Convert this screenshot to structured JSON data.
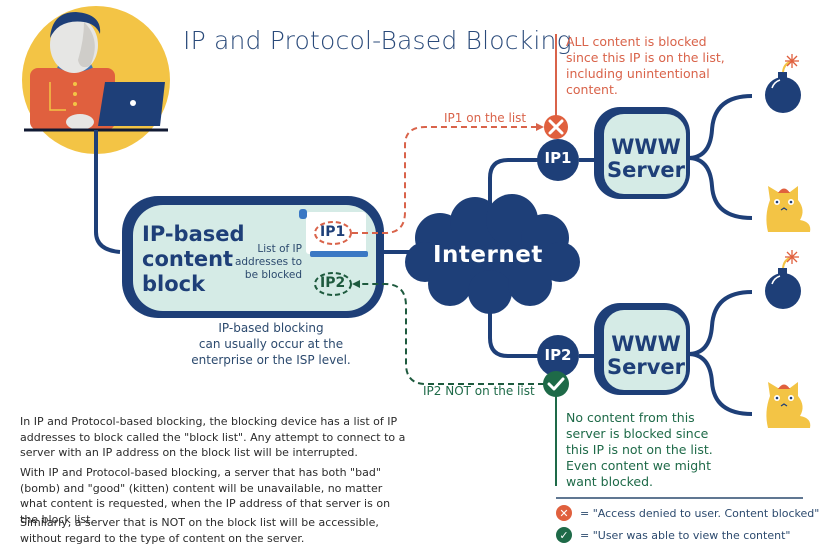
{
  "title": "IP and Protocol-Based Blocking",
  "colors": {
    "navy": "#1e3f78",
    "light_teal": "#d5ebe6",
    "blocked_red": "#e0603e",
    "allowed_green": "#1e6a48",
    "user_circle": "#f3c445"
  },
  "icons": {
    "user": "person-at-laptop-icon",
    "bomb": "bomb-icon",
    "kitten": "kitten-icon",
    "blocked": "x-circle-icon",
    "allowed": "check-circle-icon",
    "list": "list-document-icon"
  },
  "block_device": {
    "title_lines": [
      "IP-based",
      "content",
      "block"
    ],
    "list_label_lines": [
      "List of IP",
      "addresses to",
      "be blocked"
    ],
    "list_items": [
      "IP1",
      "IP2"
    ],
    "caption_lines": [
      "IP-based blocking",
      "can usually occur at the",
      "enterprise or the ISP level."
    ]
  },
  "internet_label": "Internet",
  "servers": [
    {
      "ip": "IP1",
      "label_lines": [
        "WWW",
        "Server"
      ],
      "path_label": "IP1 on the list",
      "status": "blocked",
      "note_lines": [
        "ALL content is blocked",
        "since this IP is on the list,",
        "including unintentional",
        "content."
      ],
      "content": [
        "bomb",
        "kitten"
      ]
    },
    {
      "ip": "IP2",
      "label_lines": [
        "WWW",
        "Server"
      ],
      "path_label": "IP2 NOT on the list",
      "status": "allowed",
      "note_lines": [
        "No content from this",
        "server is blocked since",
        "this IP is not on the list.",
        "Even content we might",
        "want blocked."
      ],
      "content": [
        "bomb",
        "kitten"
      ]
    }
  ],
  "body_paragraphs": [
    "In IP and Protocol-based blocking, the blocking device has a list of IP addresses to block called the \"block list\". Any attempt to connect to a server with an IP address on the block list will be interrupted.",
    "With IP and Protocol-based blocking, a server that has both \"bad\" (bomb) and \"good\" (kitten) content will be unavailable, no matter what content is requested, when the IP address of that server is on the block list.",
    "Similarly, a server that is NOT on the block list will be accessible, without regard to the type of content on the server."
  ],
  "legend": [
    {
      "icon": "x-circle-icon",
      "symbol": "✕",
      "text": "= \"Access denied to user. Content blocked\""
    },
    {
      "icon": "check-circle-icon",
      "symbol": "✓",
      "text": "= \"User was able to view the content\""
    }
  ]
}
